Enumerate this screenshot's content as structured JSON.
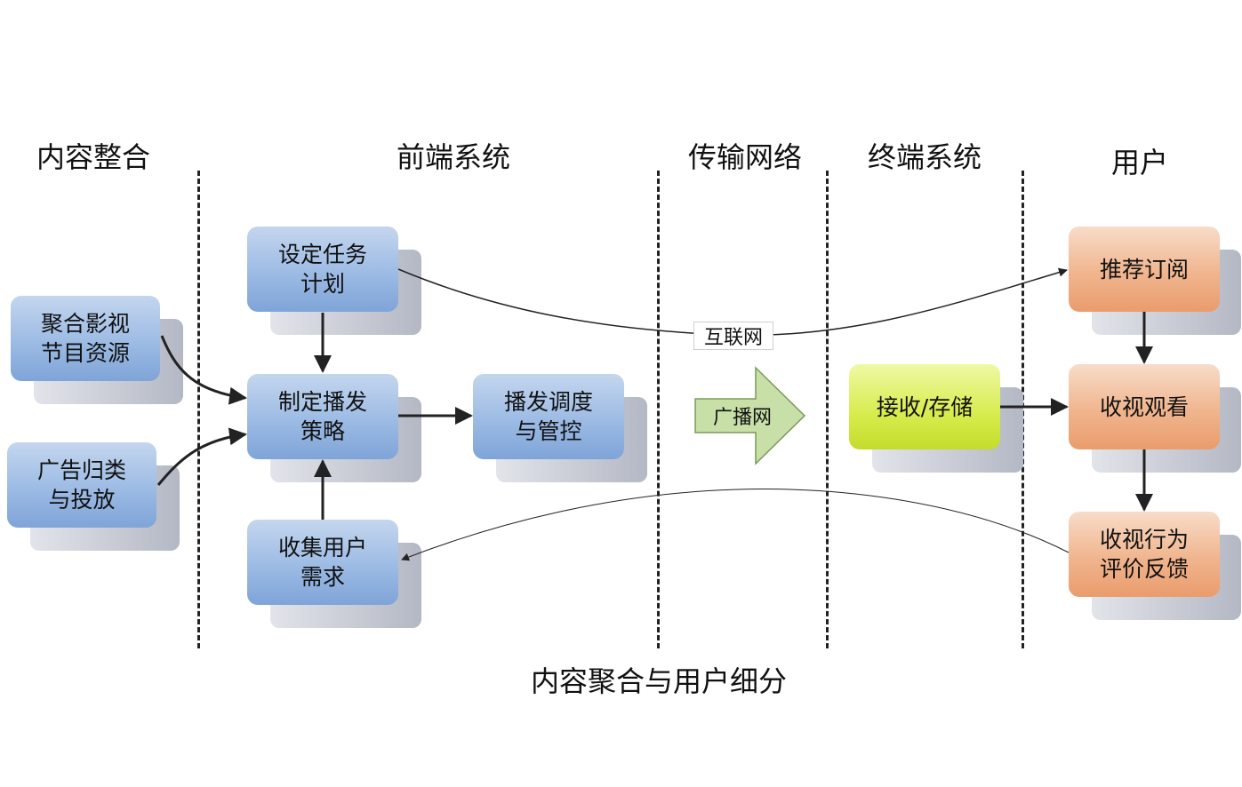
{
  "headers": {
    "content_integration": "内容整合",
    "front_end": "前端系统",
    "transmission": "传输网络",
    "terminal": "终端系统",
    "user": "用户"
  },
  "nodes": {
    "aggregate_resources": "聚合影视\n节目资源",
    "ad_classify": "广告归类\n与投放",
    "set_task_plan": "设定任务\n计划",
    "broadcast_strategy": "制定播发\n策略",
    "collect_demand": "收集用户\n需求",
    "schedule_control": "播发调度\n与管控",
    "receive_store": "接收/存储",
    "recommend_subscribe": "推荐订阅",
    "watch": "收视观看",
    "feedback": "收视行为\n评价反馈"
  },
  "edge_labels": {
    "internet": "互联网",
    "broadcast_net": "广播网"
  },
  "caption": "内容聚合与用户细分",
  "colors": {
    "blue_box": "#9cbbe4",
    "orange_box": "#f0b58e",
    "yellow_box": "#d7ec4c",
    "broadcast_arrow": "#c8e0a8"
  }
}
